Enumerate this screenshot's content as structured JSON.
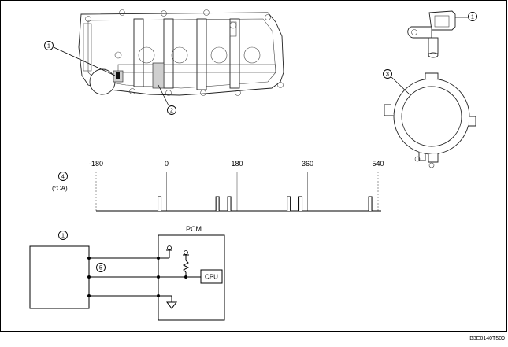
{
  "callouts": {
    "c1_engine": "1",
    "c2_engine": "2",
    "c1_sensor": "1",
    "c3_plate": "3",
    "c4_graph": "4",
    "c1_circuit": "1",
    "c5_circuit": "5"
  },
  "graph": {
    "unit_label": "(°CA)",
    "ticks": [
      "-180",
      "0",
      "180",
      "360",
      "540"
    ],
    "tick_values": [
      -180,
      0,
      180,
      360,
      540
    ],
    "pulse_positions": [
      -18,
      130,
      160,
      312,
      342,
      520
    ]
  },
  "circuit": {
    "pcm_label": "PCM",
    "cpu_label": "CPU"
  },
  "footer": {
    "figure_code": "B3E0140T509"
  }
}
